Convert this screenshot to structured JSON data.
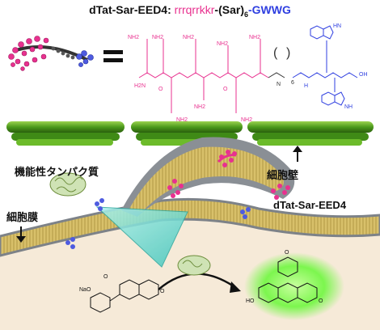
{
  "title": {
    "prefix": "dTat-Sar-EED4:",
    "pink": "rrrqrrkkr",
    "middle": "-(Sar)",
    "subscript": "6",
    "blue": "-GWWG"
  },
  "labels": {
    "functional_protein": "機能性タンパク質",
    "cell_wall": "細胞壁",
    "cell_membrane": "細胞膜",
    "peptide_name": "dTat-Sar-EED4"
  },
  "structure_labels": {
    "nh2": "NH2",
    "h2n": "H2N",
    "hn": "HN",
    "nh": "NH",
    "n": "N",
    "h": "H",
    "o": "O",
    "oh": "OH",
    "ho": "HO",
    "nao": "NaO",
    "six": "6"
  },
  "colors": {
    "pink": "#e8318f",
    "blue": "#2f3fe0",
    "wall_green": "#4c9a1c",
    "membrane_yellow": "#cdb45a",
    "cytoplasm": "#f6ead8",
    "teal": "#66d9d0",
    "glow_green": "#7cf64e"
  }
}
